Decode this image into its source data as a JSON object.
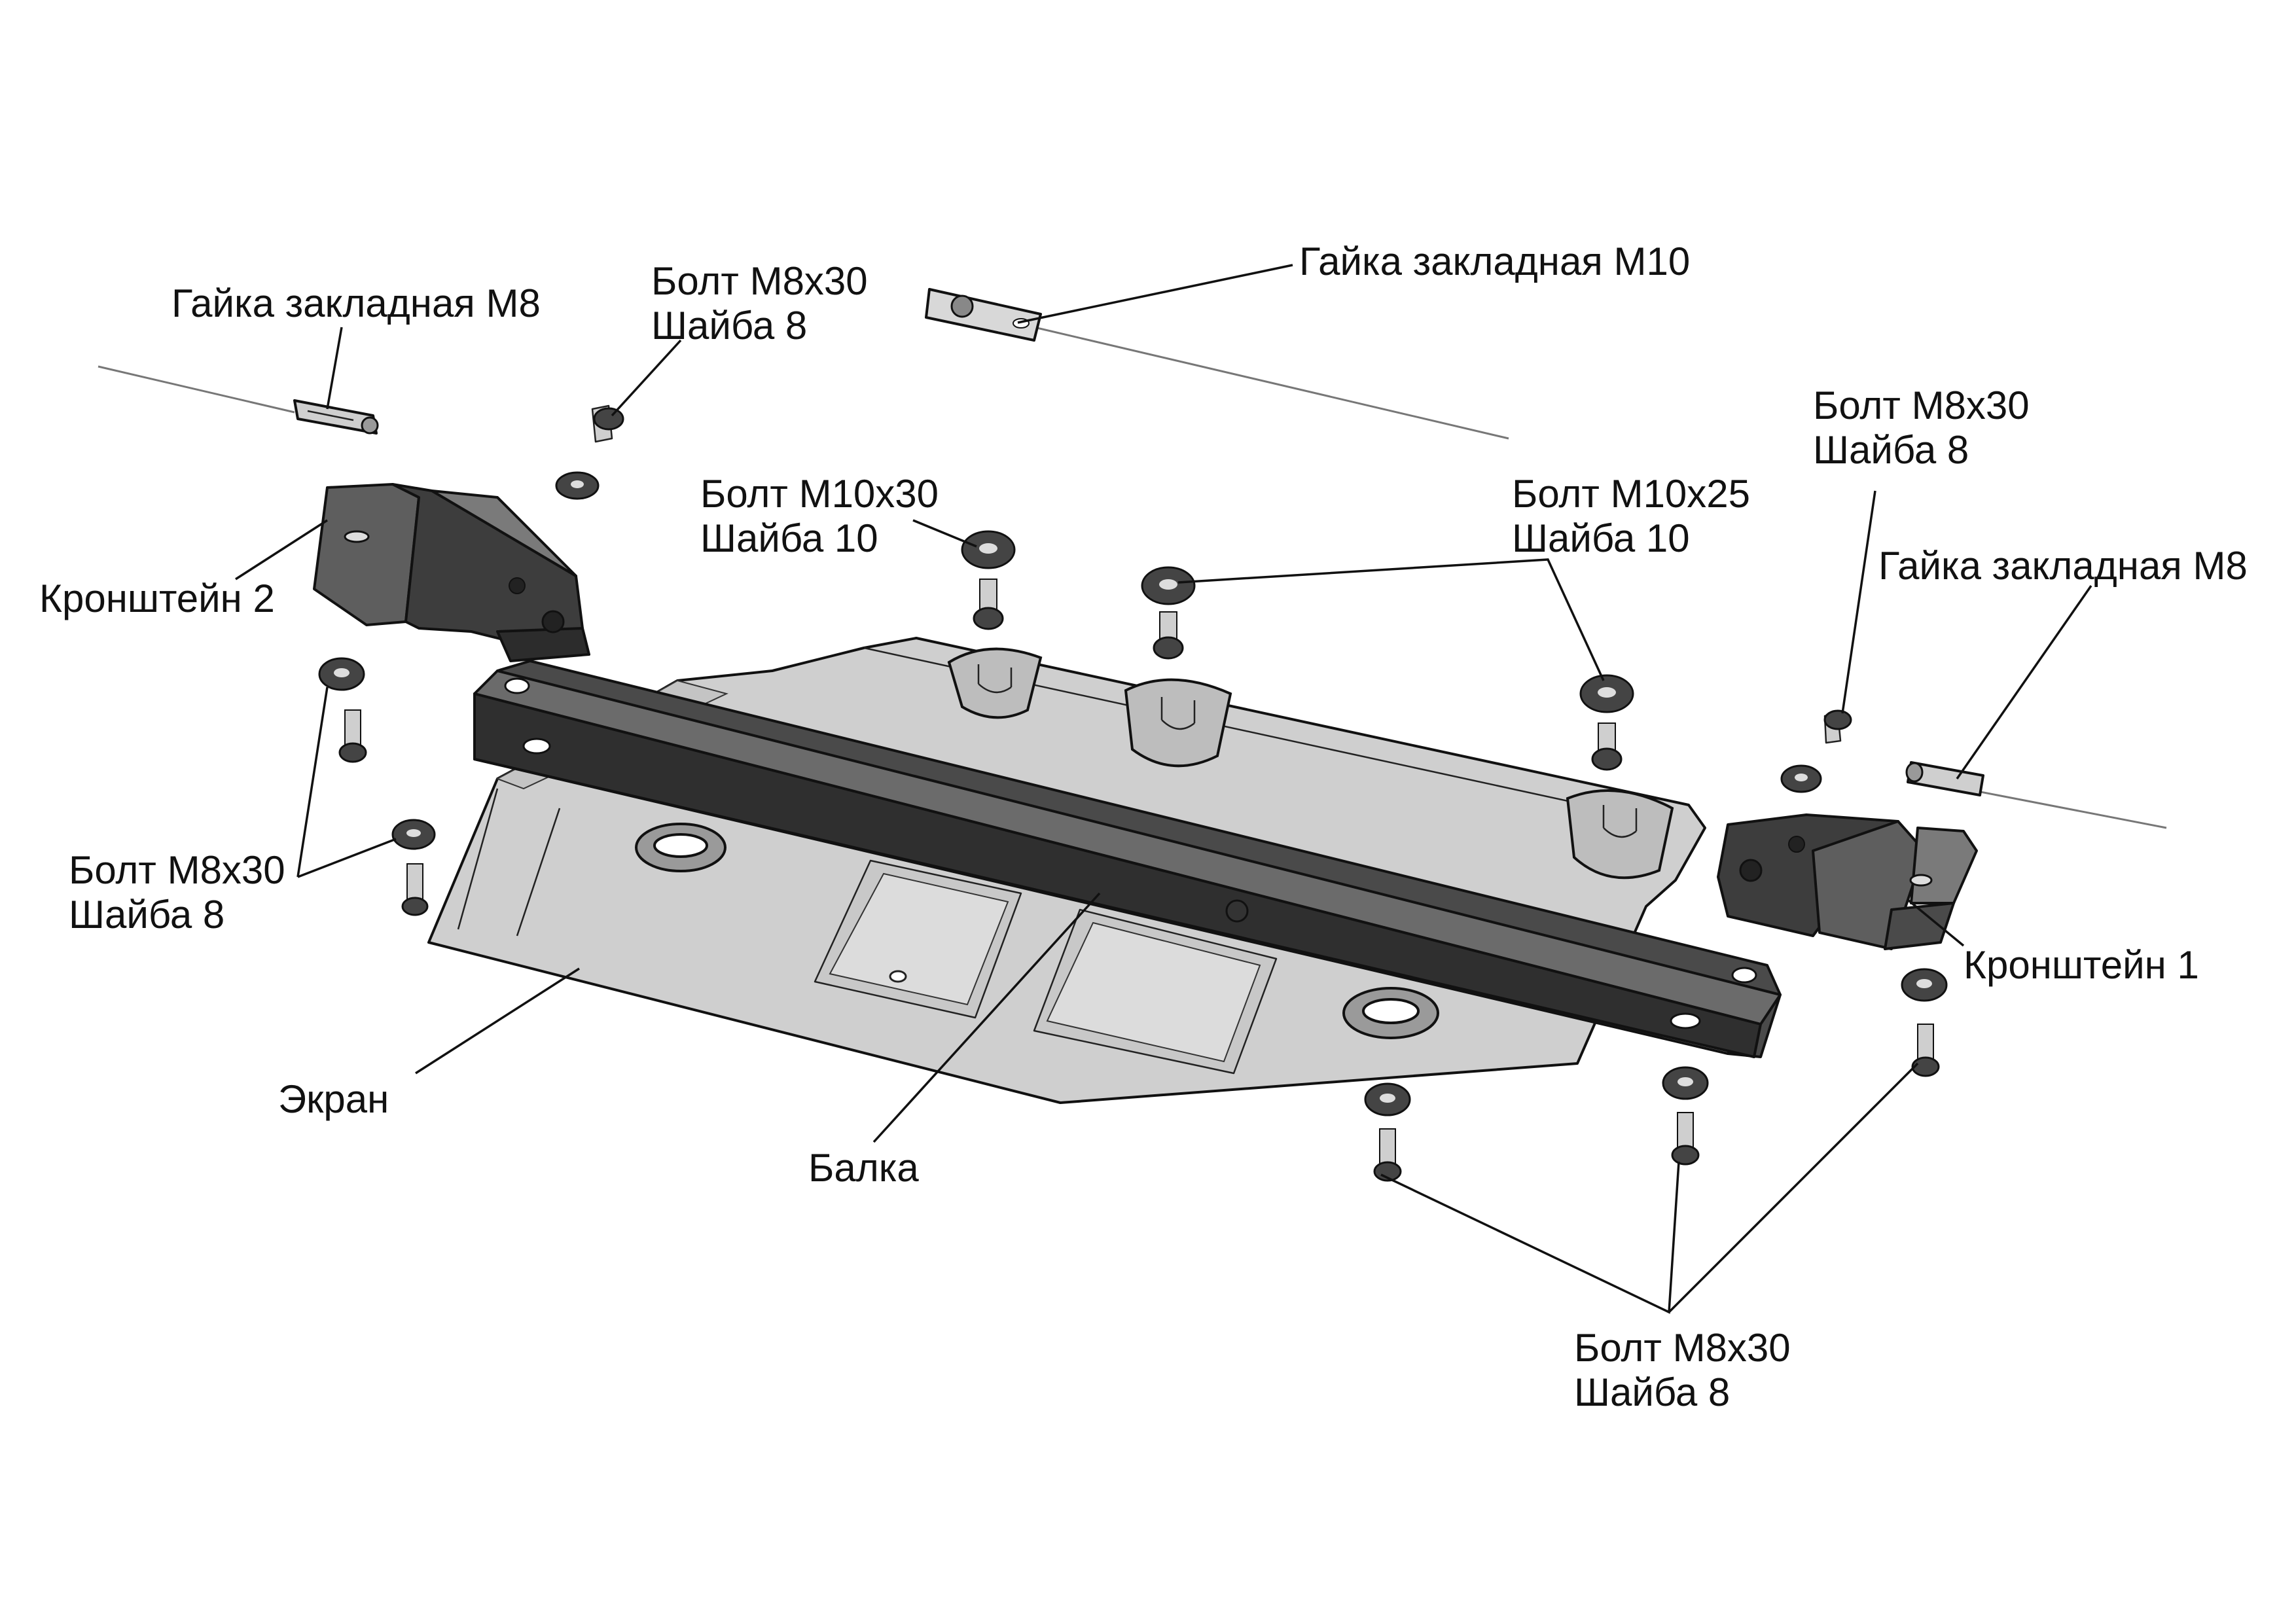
{
  "labels": {
    "nut_m8_left": "Гайка закладная М8",
    "bolt_top_left_1": "Болт М8х30",
    "bolt_top_left_2": "Шайба 8",
    "nut_m10": "Гайка закладная М10",
    "bolt_right_top_1": "Болт М8х30",
    "bolt_right_top_2": "Шайба 8",
    "nut_m8_right": "Гайка закладная М8",
    "bolt_m10x30_1": "Болт М10х30",
    "bolt_m10x30_2": "Шайба 10",
    "bolt_m10x25_1": "Болт М10х25",
    "bolt_m10x25_2": "Шайба 10",
    "bracket_2": "Кронштейн 2",
    "bracket_1": "Кронштейн 1",
    "bolt_left_1": "Болт М8х30",
    "bolt_left_2": "Шайба 8",
    "screen": "Экран",
    "beam": "Балка",
    "bolt_bottom_1": "Болт М8х30",
    "bolt_bottom_2": "Шайба 8"
  },
  "colors": {
    "plate": "#d2d2d2",
    "plate_dark": "#bdbdbd",
    "metal_dark": "#3c3c3c",
    "metal_mid": "#6a6a6a",
    "line": "#111111"
  }
}
